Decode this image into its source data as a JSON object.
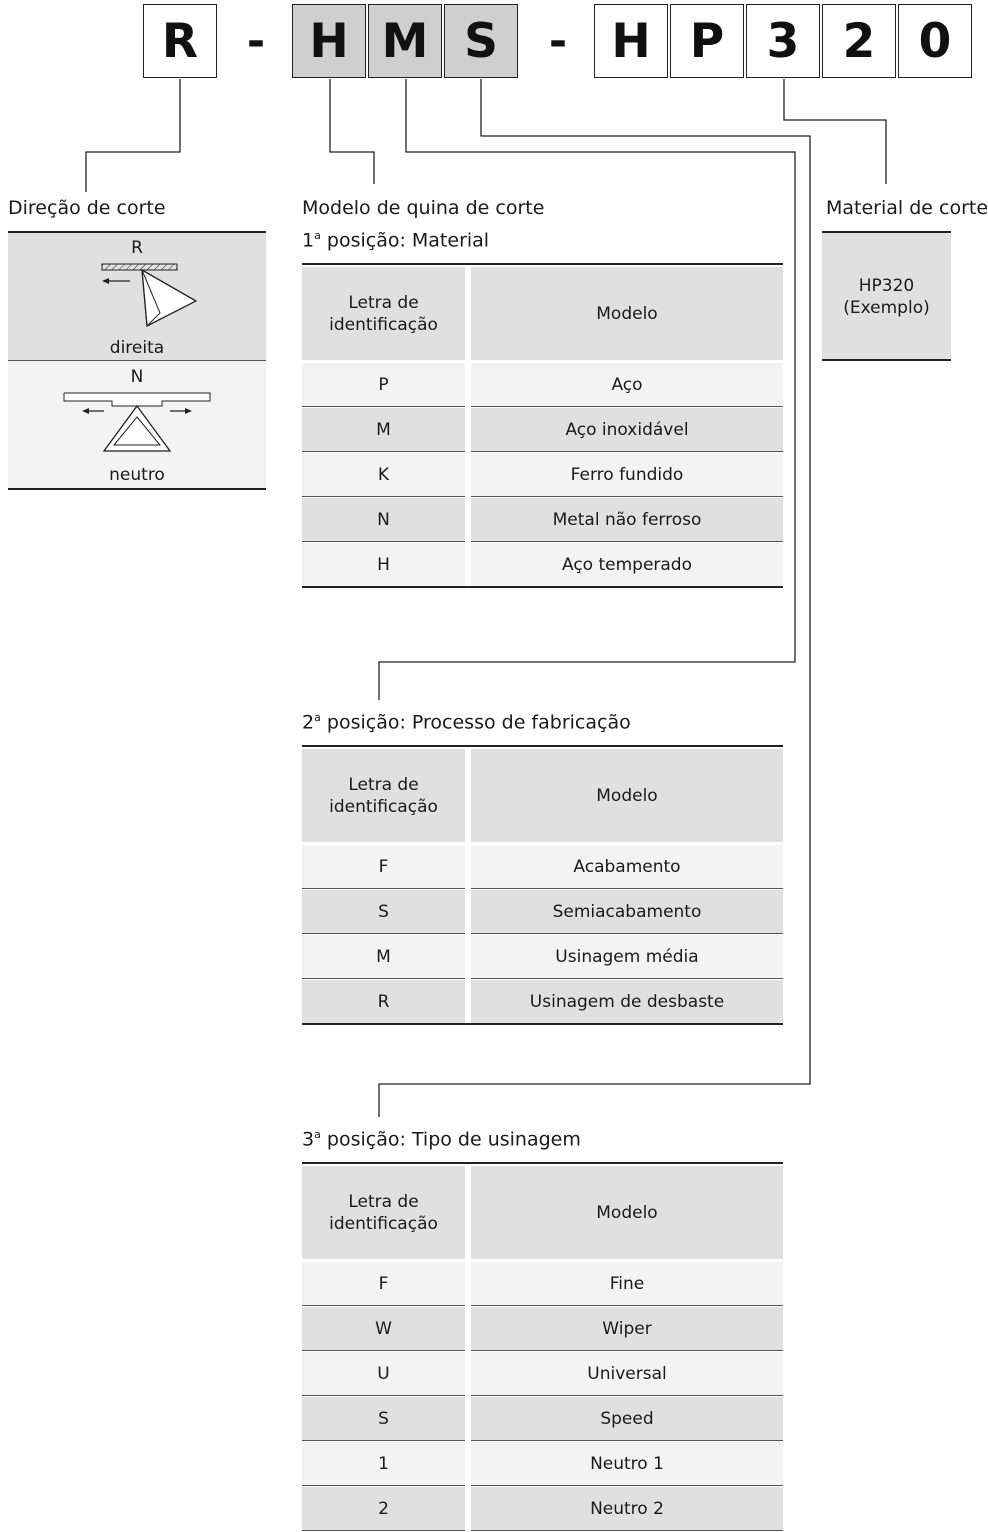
{
  "code": {
    "boxes": [
      "R",
      "H",
      "M",
      "S",
      "H",
      "P",
      "3",
      "2",
      "0"
    ],
    "separators": [
      "-",
      "-"
    ]
  },
  "direction": {
    "heading": "Direção de corte",
    "options": [
      {
        "letter": "R",
        "caption": "direita"
      },
      {
        "letter": "N",
        "caption": "neutro"
      }
    ]
  },
  "model": {
    "heading": "Modelo de quina de corte"
  },
  "material": {
    "heading": "Material de corte",
    "value_line1": "HP320",
    "value_line2": "(Exemplo)"
  },
  "tables": [
    {
      "pos_num": "1",
      "pos_sup": "a",
      "pos_rest": " posição: Material",
      "col1_line1": "Letra de",
      "col1_line2": "identificação",
      "col2": "Modelo",
      "rows": [
        {
          "letter": "P",
          "model": "Aço"
        },
        {
          "letter": "M",
          "model": "Aço inoxidável"
        },
        {
          "letter": "K",
          "model": "Ferro fundido"
        },
        {
          "letter": "N",
          "model": "Metal não ferroso"
        },
        {
          "letter": "H",
          "model": "Aço temperado"
        }
      ]
    },
    {
      "pos_num": "2",
      "pos_sup": "a",
      "pos_rest": " posição: Processo de fabricação",
      "col1_line1": "Letra de",
      "col1_line2": "identificação",
      "col2": "Modelo",
      "rows": [
        {
          "letter": "F",
          "model": "Acabamento"
        },
        {
          "letter": "S",
          "model": "Semiacabamento"
        },
        {
          "letter": "M",
          "model": "Usinagem média"
        },
        {
          "letter": "R",
          "model": "Usinagem de desbaste"
        }
      ]
    },
    {
      "pos_num": "3",
      "pos_sup": "a",
      "pos_rest": " posição: Tipo de usinagem",
      "col1_line1": "Letra de",
      "col1_line2": "identificação",
      "col2": "Modelo",
      "rows": [
        {
          "letter": "F",
          "model": "Fine"
        },
        {
          "letter": "W",
          "model": "Wiper"
        },
        {
          "letter": "U",
          "model": "Universal"
        },
        {
          "letter": "S",
          "model": "Speed"
        },
        {
          "letter": "1",
          "model": "Neutro 1"
        },
        {
          "letter": "2",
          "model": "Neutro 2"
        }
      ]
    }
  ],
  "colors": {
    "gray_box": "#cfcfcf",
    "header_fill": "#e0e0e0",
    "row_light": "#f3f3f3",
    "row_dark": "#e0e0e0",
    "line": "#222222"
  }
}
